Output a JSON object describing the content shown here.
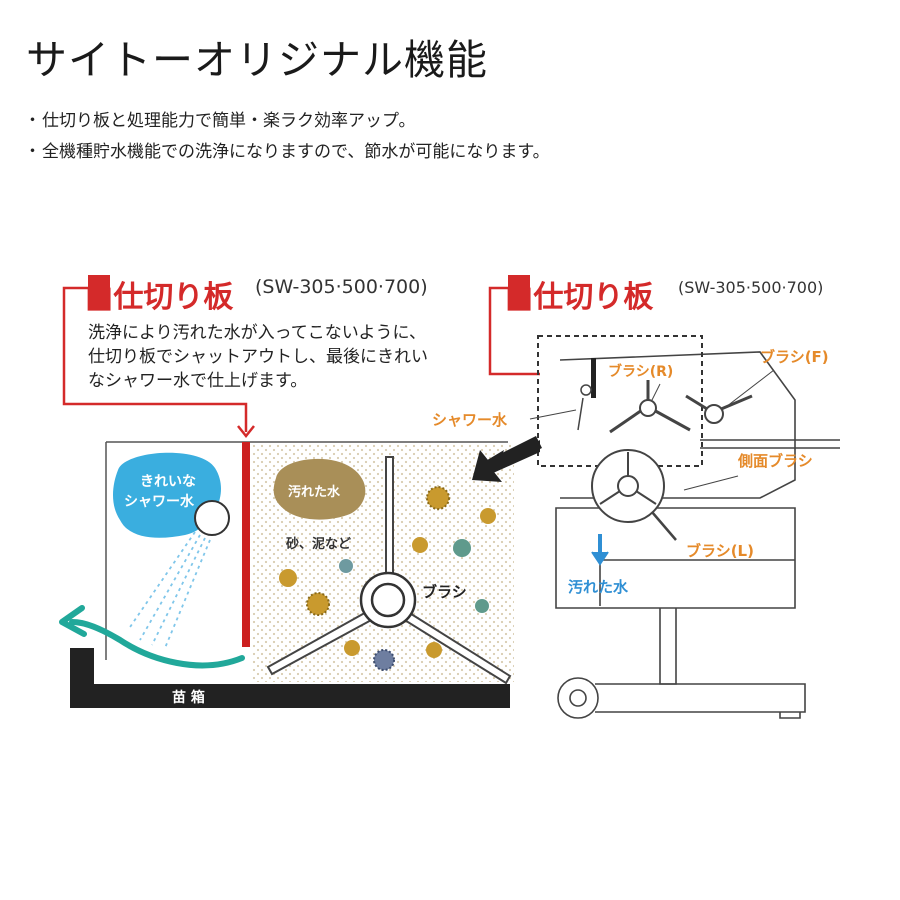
{
  "page": {
    "title": "サイトーオリジナル機能",
    "bullets": [
      {
        "mark": "・",
        "text": "仕切り板と処理能力で簡単・楽ラク効率アップ。"
      },
      {
        "mark": "・",
        "text": "全機種貯水機能での洗浄になりますので、節水が可能になります。"
      }
    ]
  },
  "diagram": {
    "left_panel": {
      "heading": "■仕切り板",
      "model": "(SW-305·500·700)",
      "description_lines": [
        "洗浄により汚れた水が入ってこないように、",
        "仕切り板でシャットアウトし、最後にきれい",
        "なシャワー水で仕上げます。"
      ],
      "clean_water_line1": "きれいな",
      "clean_water_line2": "シャワー水",
      "dirty_water_label": "汚れた水",
      "sand_mud_label": "砂、泥など",
      "brush_label": "ブラシ",
      "seedling_box_label": "苗 箱"
    },
    "right_panel": {
      "heading": "■仕切り板",
      "model": "(SW-305·500·700)",
      "shower_label": "シャワー水",
      "brush_r_label": "ブラシ(R)",
      "brush_f_label": "ブラシ(F)",
      "side_brush_label": "側面ブラシ",
      "brush_l_label": "ブラシ(L)",
      "dirty_water_label": "汚れた水"
    },
    "colors": {
      "accent_red": "#d42a2a",
      "orange": "#e58a2a",
      "blue": "#2f8fd4",
      "teal": "#21a89a",
      "mud": "#a98f58",
      "dark": "#222222",
      "clean_blob": "#3aaedf"
    }
  }
}
